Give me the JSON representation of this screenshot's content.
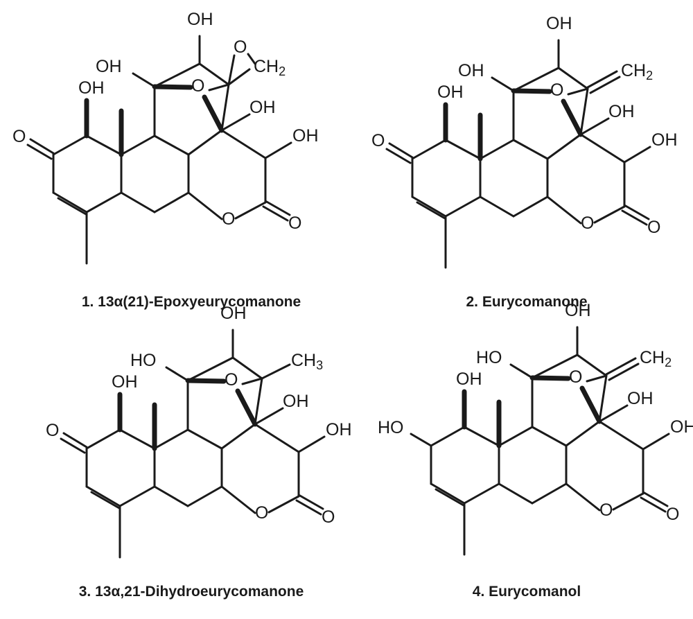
{
  "compounds": [
    {
      "caption": "1. 13α(21)-Epoxyeurycomanone",
      "labels": {
        "oh_top": "OH",
        "oh_c11": "OH",
        "oh_c1": "OH",
        "o_ketone": "O",
        "o_bridge": "O",
        "o_epoxide": "O",
        "ch2": "CH",
        "sub": "2",
        "oh_c14": "OH",
        "oh_c15": "OH",
        "o_lactone": "O",
        "o_carbonyl": "O"
      }
    },
    {
      "caption": "2. Eurycomanone",
      "labels": {
        "oh_top": "OH",
        "oh_c11": "OH",
        "oh_c1": "OH",
        "o_ketone": "O",
        "o_bridge": "O",
        "ch2": "CH",
        "sub": "2",
        "oh_c14": "OH",
        "oh_c15": "OH",
        "o_lactone": "O",
        "o_carbonyl": "O"
      }
    },
    {
      "caption": "3. 13α,21-Dihydroeurycomanone",
      "labels": {
        "oh_top": "OH",
        "oh_c11": "HO",
        "oh_c1": "OH",
        "o_ketone": "O",
        "o_bridge": "O",
        "ch3": "CH",
        "sub": "3",
        "oh_c14": "OH",
        "oh_c15": "OH",
        "o_lactone": "O",
        "o_carbonyl": "O"
      }
    },
    {
      "caption": "4. Eurycomanol",
      "labels": {
        "oh_top": "OH",
        "oh_c11": "HO",
        "oh_c1": "OH",
        "ho_c2": "HO",
        "o_bridge": "O",
        "ch2": "CH",
        "sub": "2",
        "oh_c14": "OH",
        "oh_c15": "OH",
        "o_lactone": "O",
        "o_carbonyl": "O"
      }
    }
  ]
}
